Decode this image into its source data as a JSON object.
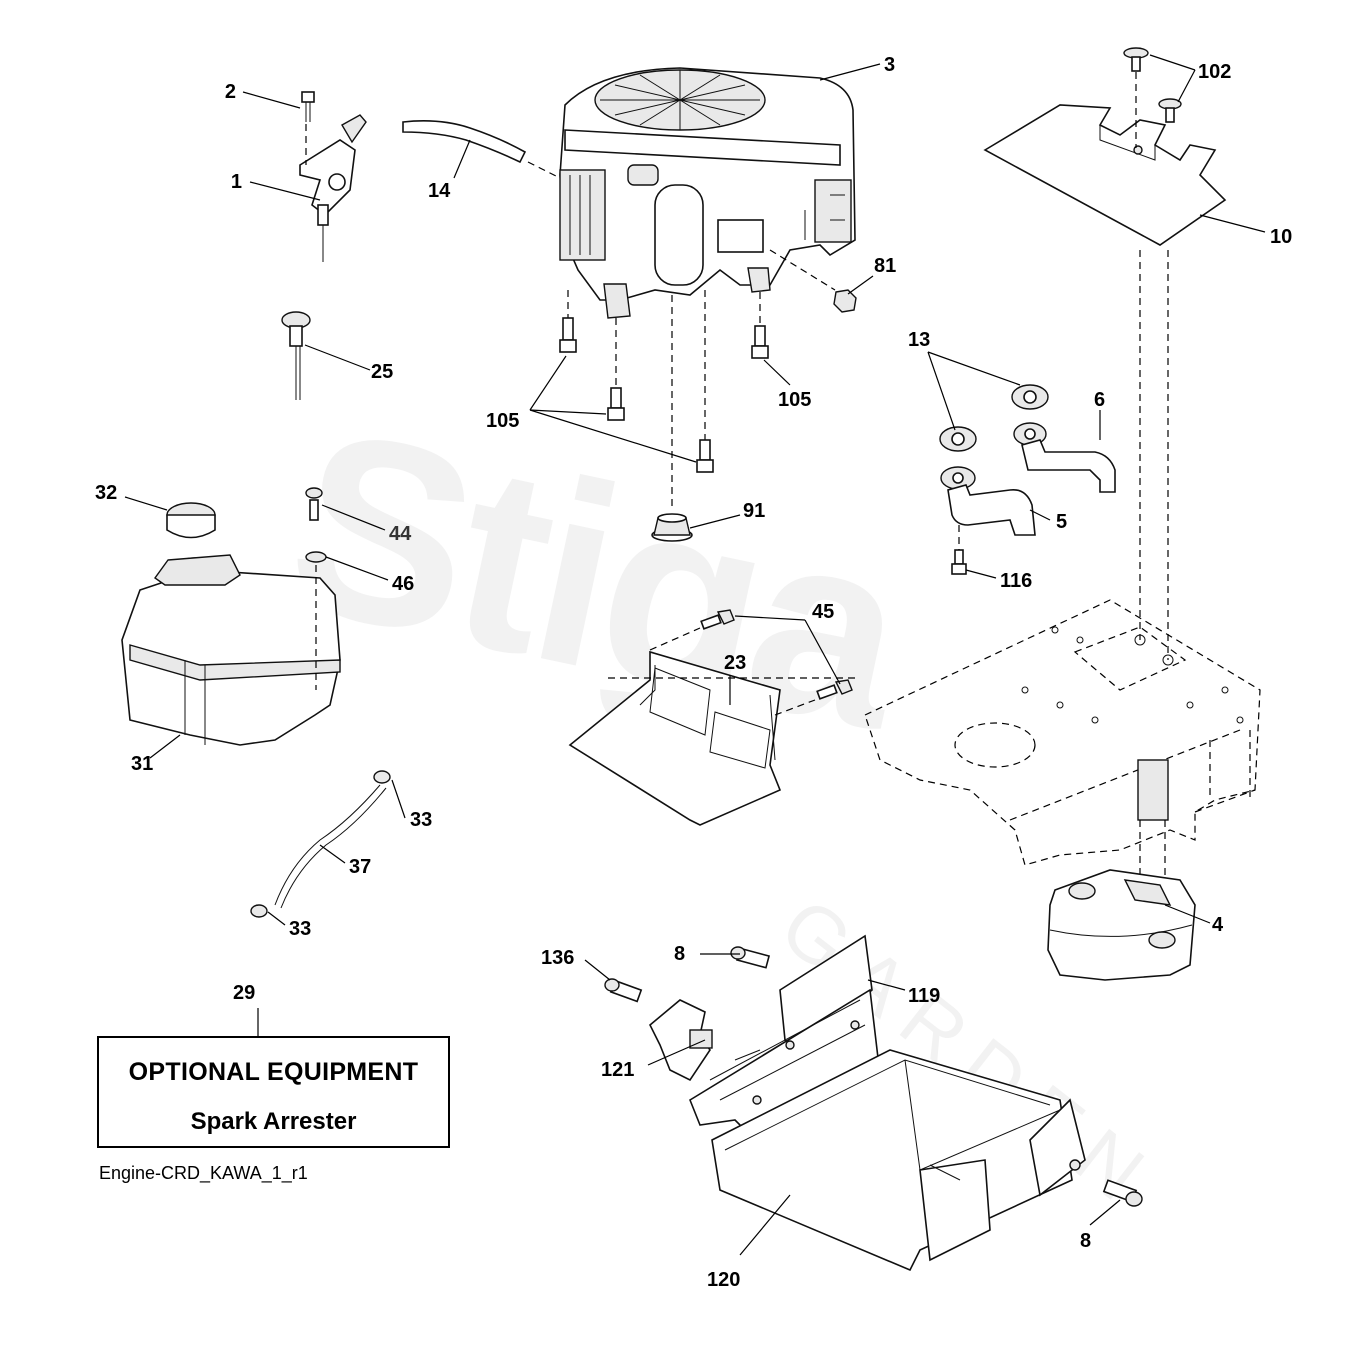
{
  "diagram": {
    "reference_code": "Engine-CRD_KAWA_1_r1",
    "optional_box": {
      "title": "OPTIONAL EQUIPMENT",
      "subtitle": "Spark Arrester",
      "part_number": "29"
    },
    "watermark": {
      "brand": "Stiga",
      "sub": "GARDEN"
    },
    "callouts": [
      {
        "id": "c1",
        "text": "1"
      },
      {
        "id": "c2",
        "text": "2"
      },
      {
        "id": "c3",
        "text": "3"
      },
      {
        "id": "c4",
        "text": "4"
      },
      {
        "id": "c5",
        "text": "5"
      },
      {
        "id": "c6",
        "text": "6"
      },
      {
        "id": "c8a",
        "text": "8"
      },
      {
        "id": "c8b",
        "text": "8"
      },
      {
        "id": "c10",
        "text": "10"
      },
      {
        "id": "c13",
        "text": "13"
      },
      {
        "id": "c14",
        "text": "14"
      },
      {
        "id": "c23",
        "text": "23"
      },
      {
        "id": "c25",
        "text": "25"
      },
      {
        "id": "c31",
        "text": "31"
      },
      {
        "id": "c32",
        "text": "32"
      },
      {
        "id": "c33a",
        "text": "33"
      },
      {
        "id": "c33b",
        "text": "33"
      },
      {
        "id": "c37",
        "text": "37"
      },
      {
        "id": "c44",
        "text": "44"
      },
      {
        "id": "c45",
        "text": "45"
      },
      {
        "id": "c46",
        "text": "46"
      },
      {
        "id": "c81",
        "text": "81"
      },
      {
        "id": "c91",
        "text": "91"
      },
      {
        "id": "c102",
        "text": "102"
      },
      {
        "id": "c105a",
        "text": "105"
      },
      {
        "id": "c105b",
        "text": "105"
      },
      {
        "id": "c116",
        "text": "116"
      },
      {
        "id": "c119",
        "text": "119"
      },
      {
        "id": "c120",
        "text": "120"
      },
      {
        "id": "c121",
        "text": "121"
      },
      {
        "id": "c136",
        "text": "136"
      }
    ]
  }
}
